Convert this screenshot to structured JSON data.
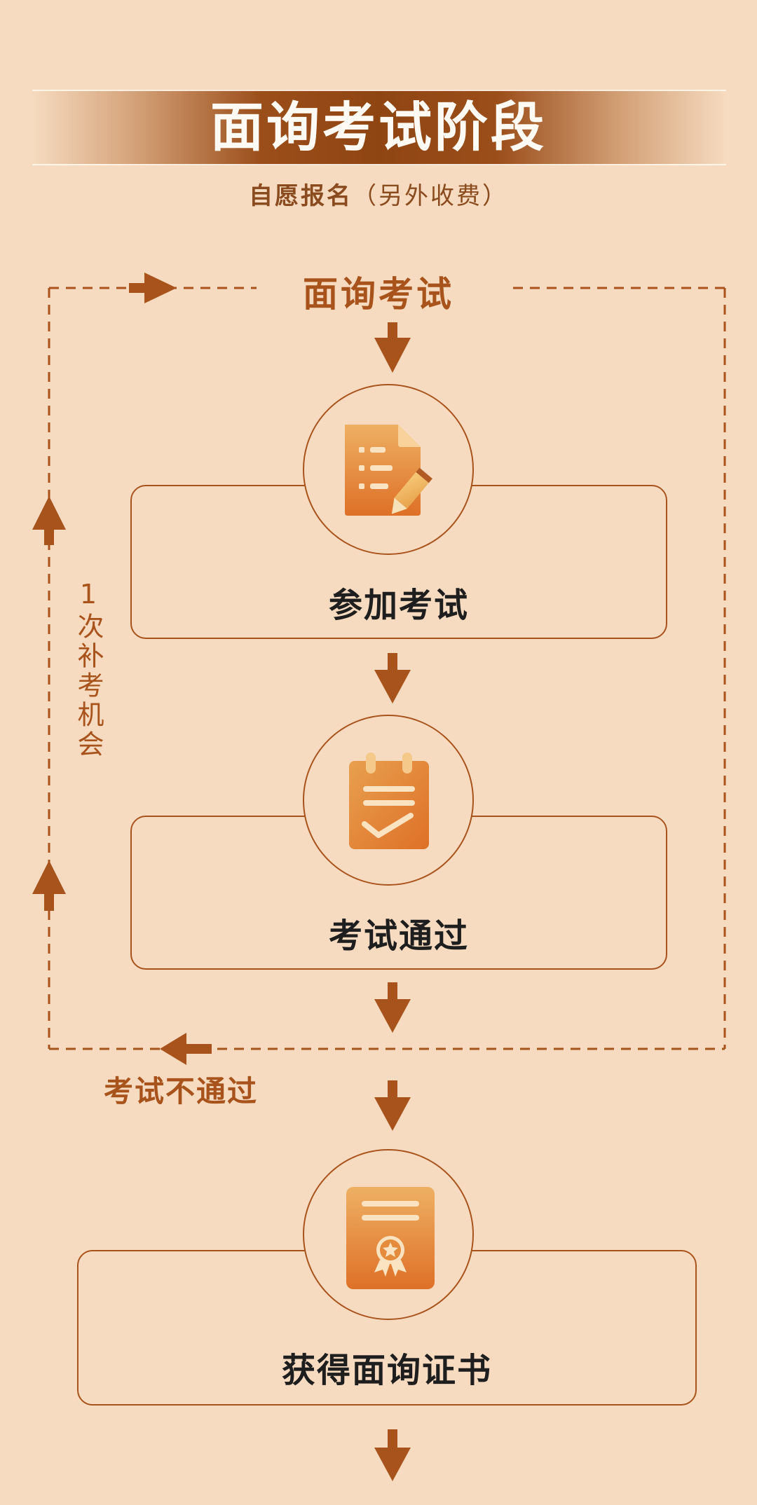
{
  "header": {
    "title": "面询考试阶段",
    "subtitle_bold": "自愿报名",
    "subtitle_note": "（另外收费）"
  },
  "flow": {
    "start_label": "面询考试",
    "steps": [
      {
        "label": "参加考试",
        "icon": "exam-paper-pencil-icon"
      },
      {
        "label": "考试通过",
        "icon": "clipboard-check-icon"
      },
      {
        "label": "获得面询证书",
        "icon": "certificate-icon"
      }
    ],
    "retry_label": "1次补考机会",
    "fail_label": "考试不通过"
  },
  "colors": {
    "background": "#f6dbc0",
    "accent": "#a9531c",
    "banner_dark": "#8f4512",
    "icon_orange_light": "#eeb063",
    "icon_orange_dark": "#de7027"
  }
}
